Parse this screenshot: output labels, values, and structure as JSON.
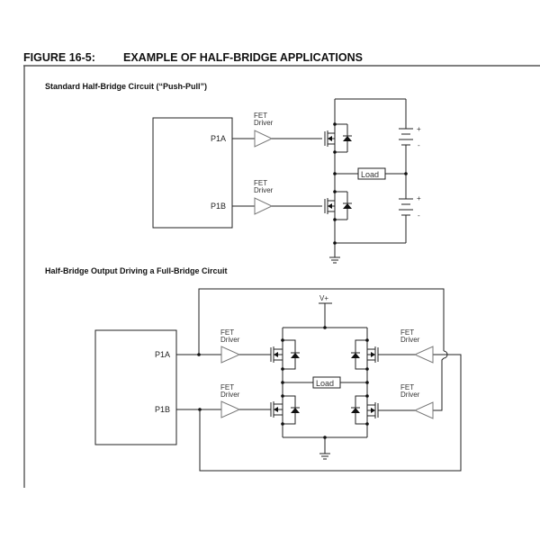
{
  "figure": {
    "number": "FIGURE 16-5:",
    "title": "EXAMPLE OF HALF-BRIDGE APPLICATIONS"
  },
  "circuit1": {
    "title": "Standard Half-Bridge Circuit (“Push-Pull”)",
    "pins": [
      "P1A",
      "P1B"
    ],
    "driver_label_line1": "FET",
    "driver_label_line2": "Driver",
    "load_label": "Load",
    "battery_plus": "+",
    "battery_minus": "-"
  },
  "circuit2": {
    "title": "Half-Bridge Output Driving a Full-Bridge Circuit",
    "pins": [
      "P1A",
      "P1B"
    ],
    "driver_label_line1": "FET",
    "driver_label_line2": "Driver",
    "load_label": "Load",
    "supply_label": "V+"
  }
}
